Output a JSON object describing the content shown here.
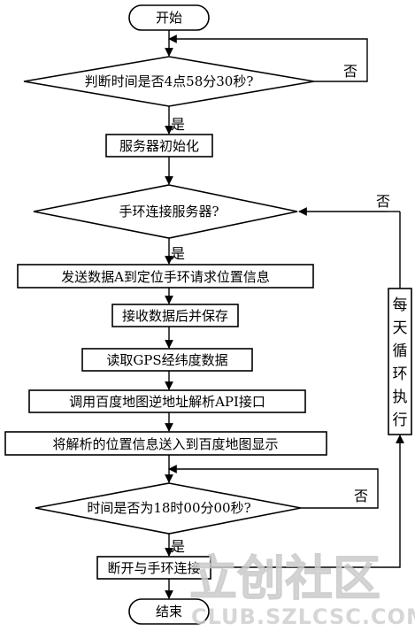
{
  "nodes": {
    "start": "开始",
    "check_time_430": "判断时间是否4点58分30秒?",
    "server_init": "服务器初始化",
    "bracelet_connected": "手环连接服务器?",
    "send_data_a": "发送数据A到定位手环请求位置信息",
    "receive_save": "接收数据后并保存",
    "read_gps": "读取GPS经纬度数据",
    "call_baidu_api": "调用百度地图逆地址解析API接口",
    "send_to_map": "将解析的位置信息送入到百度地图显示",
    "check_time_18": "时间是否为18时00分00秒?",
    "disconnect": "断开与手环连接",
    "end": "结束"
  },
  "edge_labels": {
    "no_1": "否",
    "yes_1": "是",
    "no_2": "否",
    "yes_2": "是",
    "no_3": "否",
    "yes_3": "是"
  },
  "loop_box": [
    "每",
    "天",
    "循",
    "环",
    "执",
    "行"
  ],
  "watermark": {
    "main": "立创社区",
    "sub": "CLUB.SZLCSC.COM"
  }
}
